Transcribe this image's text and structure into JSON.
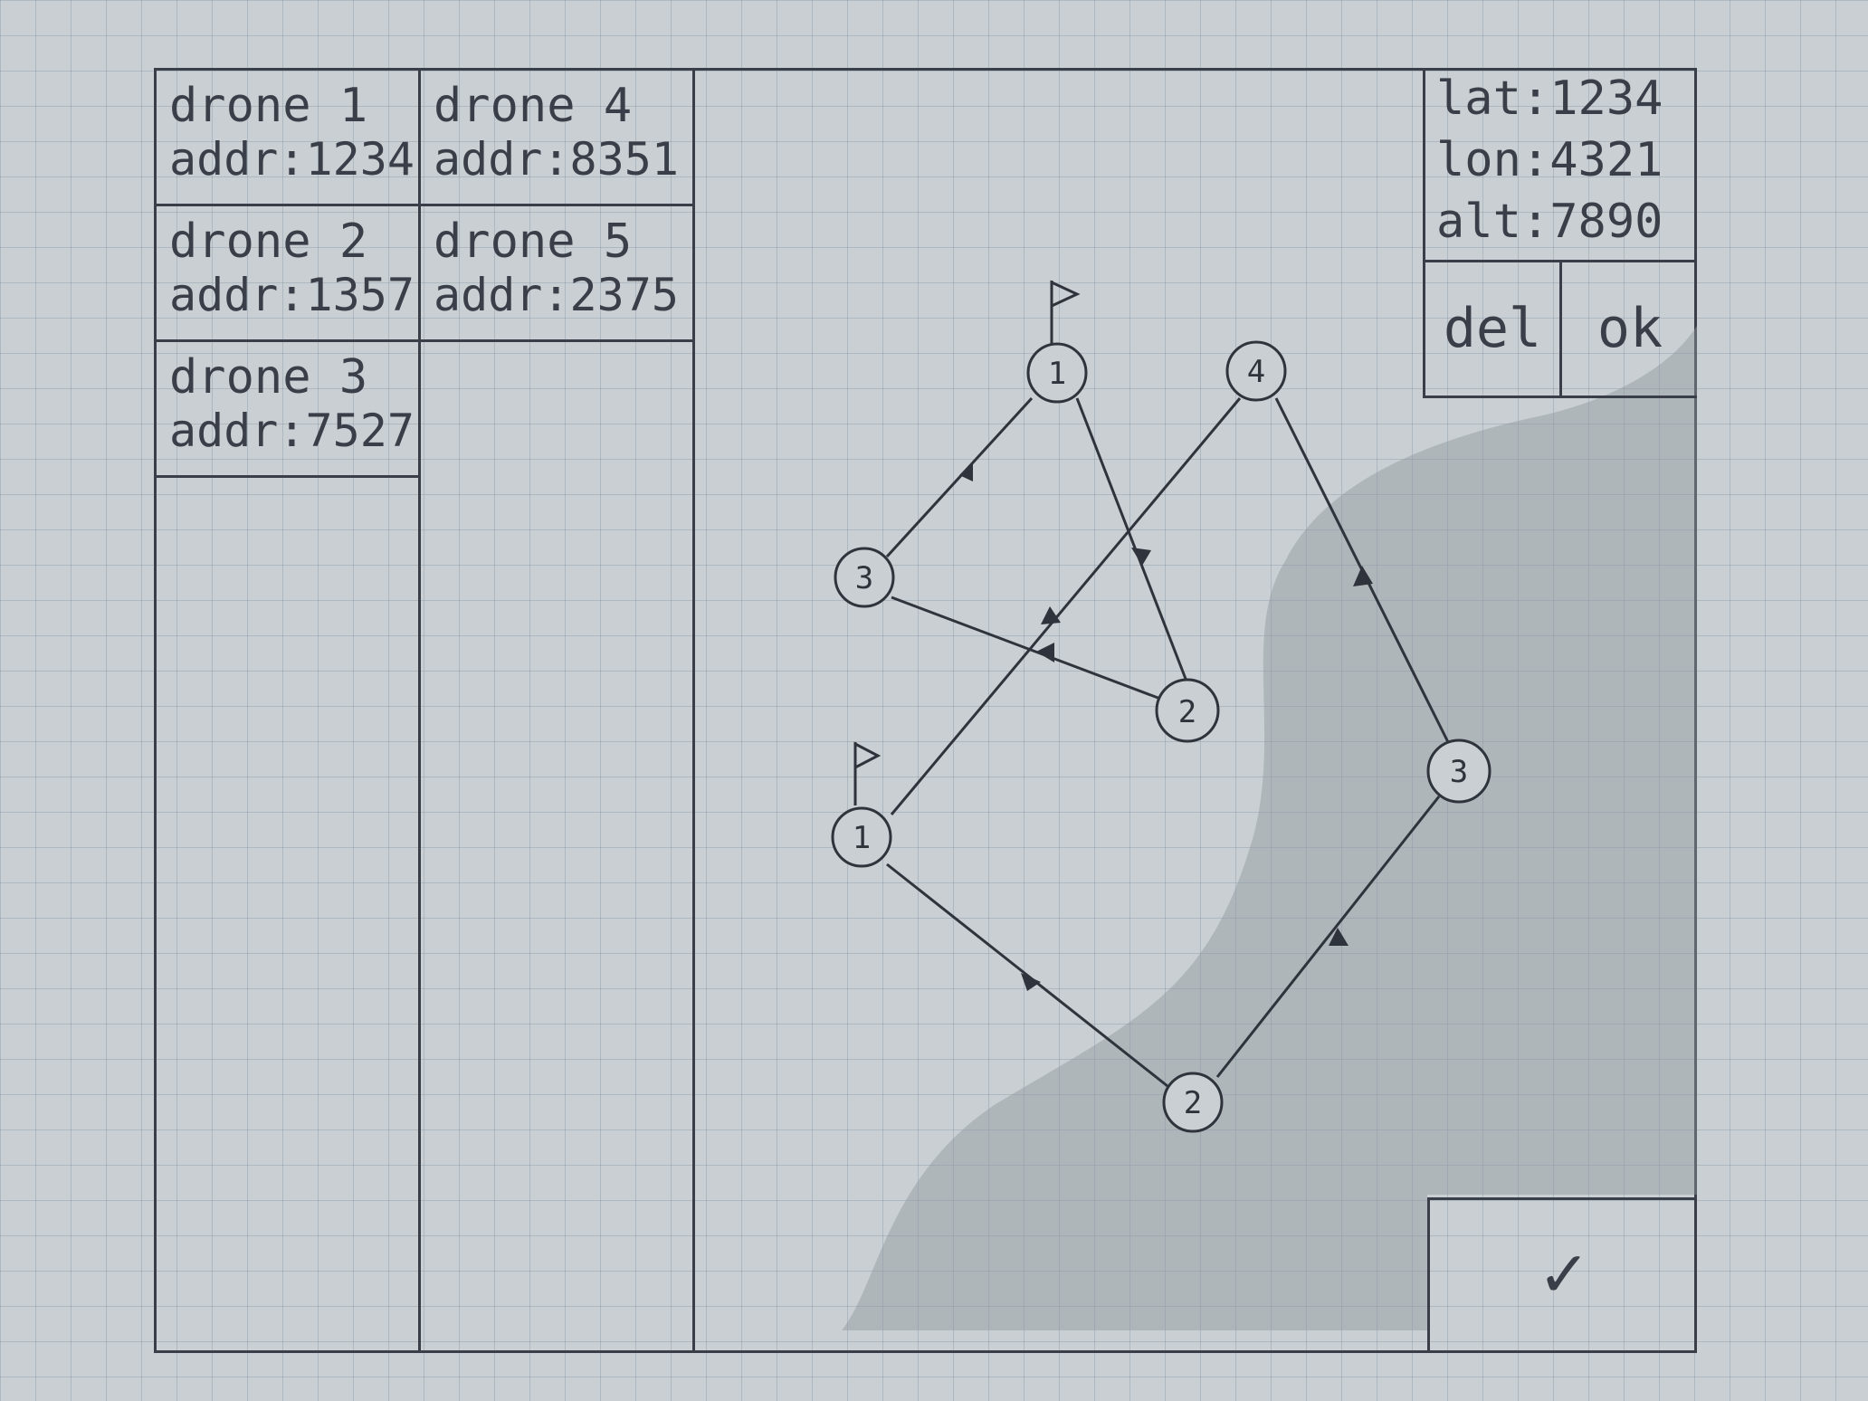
{
  "drones": [
    {
      "name": "drone 1",
      "addr": "addr:1234"
    },
    {
      "name": "drone 2",
      "addr": "addr:1357"
    },
    {
      "name": "drone 3",
      "addr": "addr:7527"
    },
    {
      "name": "drone 4",
      "addr": "addr:8351"
    },
    {
      "name": "drone 5",
      "addr": "addr:2375"
    }
  ],
  "coordinates": {
    "lat": "lat:1234",
    "lon": "lon:4321",
    "alt": "alt:7890"
  },
  "actions": {
    "delete_label": "del",
    "ok_label": "ok",
    "confirm_icon": "✓"
  },
  "waypoints": {
    "route_a": [
      "1",
      "2",
      "3",
      "4"
    ],
    "route_b": [
      "1",
      "2",
      "3"
    ]
  },
  "colors": {
    "ink": "#3a3e48",
    "paper": "#c9cfd2",
    "shaded_area": "#8f979d"
  }
}
